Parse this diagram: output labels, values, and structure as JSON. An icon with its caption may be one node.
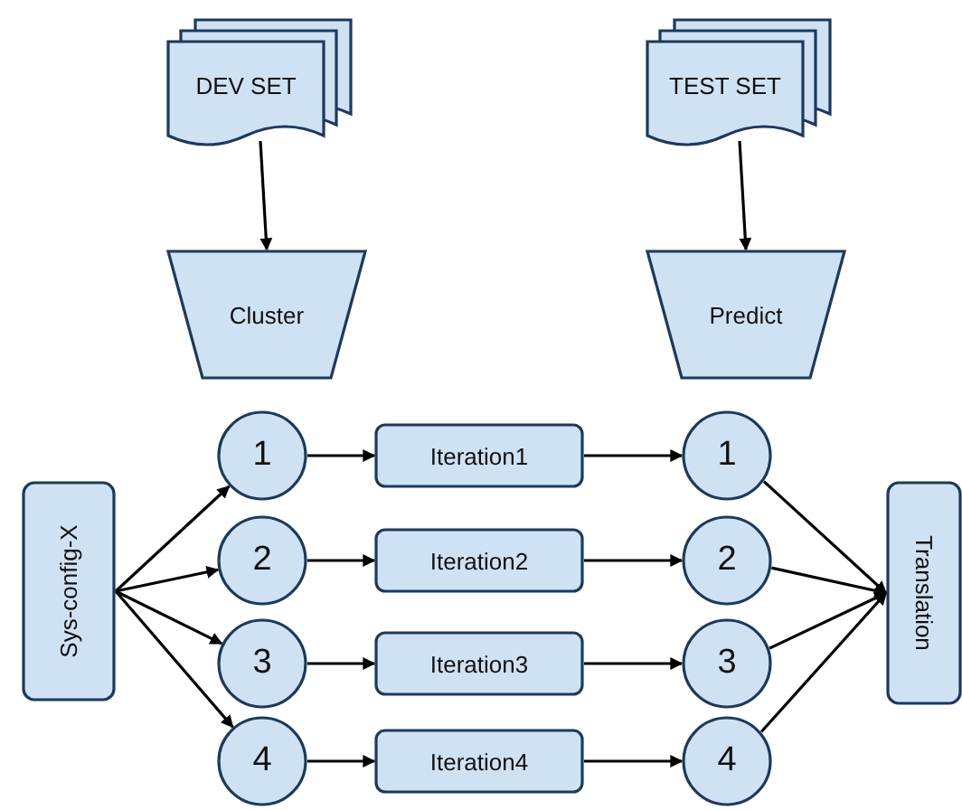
{
  "diagram": {
    "nodes": [
      {
        "text": [
          "DEV SET"
        ]
      },
      {
        "text": [
          "TEST SET"
        ]
      },
      {
        "text": [
          "Cluster"
        ]
      },
      {
        "text": [
          "Predict"
        ]
      },
      {
        "text": [
          "Sys-config-X"
        ]
      },
      {
        "text": [
          "1"
        ]
      },
      {
        "text": [
          "2"
        ]
      },
      {
        "text": [
          "3"
        ]
      },
      {
        "text": [
          "4"
        ]
      },
      {
        "text": [
          "Iteration1"
        ]
      },
      {
        "text": [
          "Iteration2"
        ]
      },
      {
        "text": [
          "Iteration3"
        ]
      },
      {
        "text": [
          "Iteration4"
        ]
      },
      {
        "text": [
          "1"
        ]
      },
      {
        "text": [
          "2"
        ]
      },
      {
        "text": [
          "3"
        ]
      },
      {
        "text": [
          "4"
        ]
      },
      {
        "text": [
          "Translation"
        ]
      }
    ],
    "edges": [
      {
        "from": 0,
        "to": 2,
        "arrow": "to"
      },
      {
        "from": 1,
        "to": 3,
        "arrow": "to"
      },
      {
        "from": 4,
        "to": 5,
        "arrow": "to"
      },
      {
        "from": 4,
        "to": 6,
        "arrow": "to"
      },
      {
        "from": 4,
        "to": 7,
        "arrow": "to"
      },
      {
        "from": 4,
        "to": 8,
        "arrow": "to"
      },
      {
        "from": 5,
        "to": 9,
        "arrow": "to"
      },
      {
        "from": 6,
        "to": 10,
        "arrow": "to"
      },
      {
        "from": 7,
        "to": 11,
        "arrow": "to"
      },
      {
        "from": 8,
        "to": 12,
        "arrow": "to"
      },
      {
        "from": 9,
        "to": 13,
        "arrow": "to"
      },
      {
        "from": 10,
        "to": 14,
        "arrow": "to"
      },
      {
        "from": 11,
        "to": 15,
        "arrow": "to"
      },
      {
        "from": 12,
        "to": 16,
        "arrow": "to"
      },
      {
        "from": 13,
        "to": 17,
        "arrow": "to"
      },
      {
        "from": 14,
        "to": 17,
        "arrow": "to"
      },
      {
        "from": 15,
        "to": 17,
        "arrow": "to"
      },
      {
        "from": 16,
        "to": 17,
        "arrow": "to"
      }
    ]
  }
}
